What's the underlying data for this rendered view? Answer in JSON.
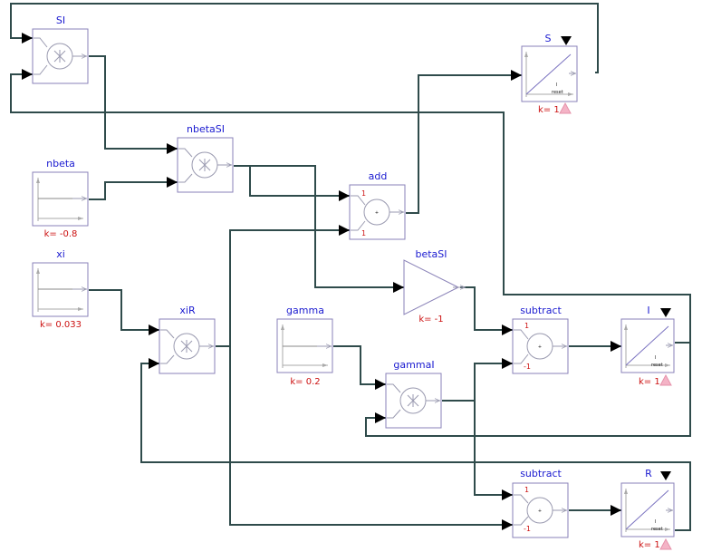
{
  "blocks": {
    "SI": {
      "title": "SI"
    },
    "nbetaSI": {
      "title": "nbetaSI"
    },
    "nbeta": {
      "title": "nbeta",
      "param": "k= -0.8"
    },
    "xi": {
      "title": "xi",
      "param": "k= 0.033"
    },
    "xiR": {
      "title": "xiR"
    },
    "add": {
      "title": "add",
      "port1": "1",
      "port2": "1",
      "sign": "+"
    },
    "S": {
      "title": "S",
      "param": "k= 1",
      "inner1": "I",
      "inner2": "reset"
    },
    "betaSI": {
      "title": "betaSI",
      "param": "k= -1"
    },
    "gamma": {
      "title": "gamma",
      "param": "k= 0.2"
    },
    "gammaI": {
      "title": "gammaI"
    },
    "subtract1": {
      "title": "subtract",
      "port1": "1",
      "port2": "-1",
      "sign": "+"
    },
    "I": {
      "title": "I",
      "param": "k= 1",
      "inner1": "I",
      "inner2": "reset"
    },
    "subtract2": {
      "title": "subtract",
      "port1": "1",
      "port2": "-1",
      "sign": "+"
    },
    "R": {
      "title": "R",
      "param": "k= 1",
      "inner1": "I",
      "inner2": "reset"
    }
  },
  "colors": {
    "wire": "#2f4b4b",
    "block_border": "#8a82b8",
    "title": "#1a1ad0",
    "param": "#cc1111",
    "reset_marker": "#f4b3c6"
  }
}
